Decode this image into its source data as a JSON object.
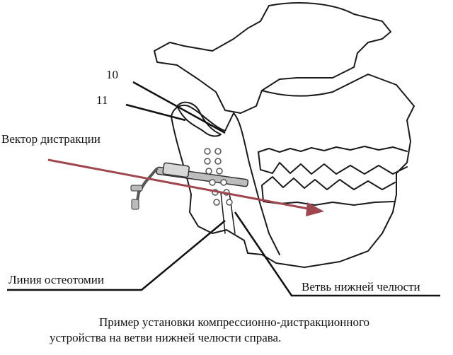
{
  "labels": {
    "num10": "10",
    "num11": "11",
    "vector": "Вектор дистракции",
    "osteotomy": "Линия остеотомии",
    "ramus": "Ветвь нижней челюсти"
  },
  "caption": {
    "line1": "Пример установки компрессионно-дистракционного",
    "line2": "устройства на ветви нижней челюсти справа."
  },
  "colors": {
    "arrow": "#a0464e",
    "outline": "#1a1a1a"
  },
  "icons": {
    "device": "distraction-device-icon",
    "skull": "skull-outline-icon"
  }
}
